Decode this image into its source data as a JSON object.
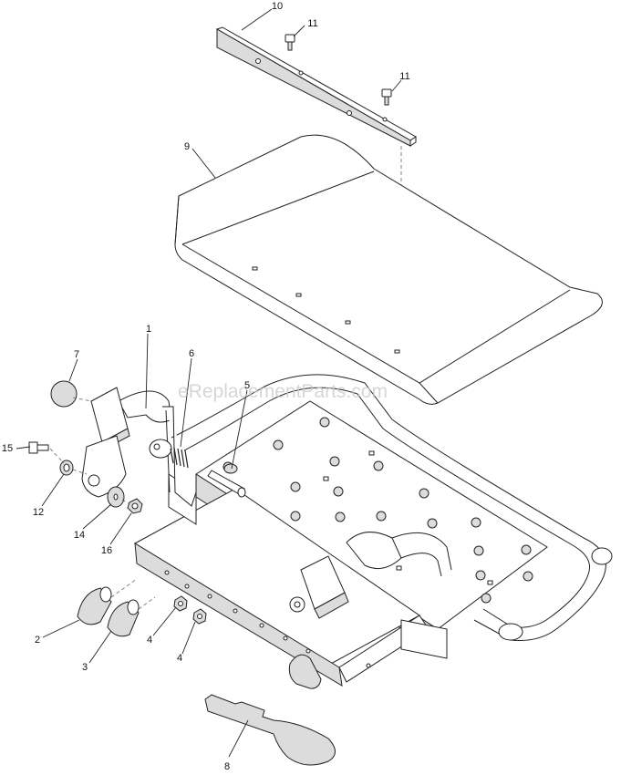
{
  "watermark": "eReplacementParts.com",
  "callouts": {
    "c1": "1",
    "c2": "2",
    "c3": "3",
    "c4a": "4",
    "c4b": "4",
    "c5": "5",
    "c6": "6",
    "c7": "7",
    "c8": "8",
    "c9": "9",
    "c10": "10",
    "c11a": "11",
    "c11b": "11",
    "c12": "12",
    "c14": "14",
    "c15": "15",
    "c16": "16"
  }
}
